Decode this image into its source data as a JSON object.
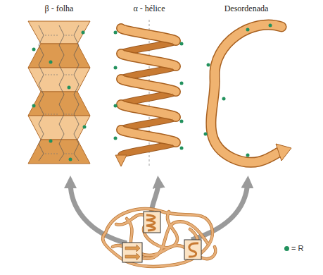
{
  "diagram": {
    "labels": [
      "β - folha",
      "α - hélice",
      "Desordenada"
    ],
    "legend": [
      {
        "text": "= R",
        "color": "#22915d"
      }
    ]
  }
}
